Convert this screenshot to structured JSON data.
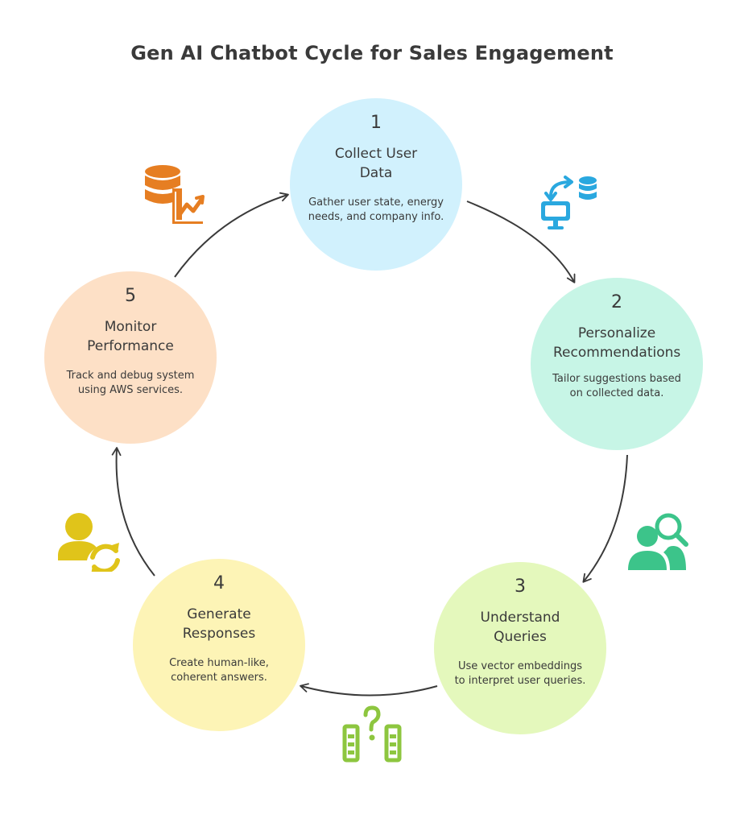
{
  "title": "Gen AI Chatbot Cycle for Sales Engagement",
  "steps": [
    {
      "number": "1",
      "heading": "Collect User Data",
      "description": "Gather user state, energy needs, and company info.",
      "color": "#d1f1fd",
      "icon": "computer-database-icon",
      "icon_color": "#2aa8df"
    },
    {
      "number": "2",
      "heading": "Personalize Recommendations",
      "description": "Tailor suggestions based on collected data.",
      "color": "#c7f5e6",
      "icon": "user-search-icon",
      "icon_color": "#3cc48a"
    },
    {
      "number": "3",
      "heading": "Understand Queries",
      "description": "Use vector embeddings to interpret user queries.",
      "color": "#e4f8bc",
      "icon": "data-question-icon",
      "icon_color": "#8dc63f"
    },
    {
      "number": "4",
      "heading": "Generate Responses",
      "description": "Create human-like, coherent answers.",
      "color": "#fdf4b6",
      "icon": "user-refresh-icon",
      "icon_color": "#e0c41a"
    },
    {
      "number": "5",
      "heading": "Monitor Performance",
      "description": "Track and debug system using AWS services.",
      "color": "#fde0c6",
      "icon": "database-chart-icon",
      "icon_color": "#e67e22"
    }
  ]
}
